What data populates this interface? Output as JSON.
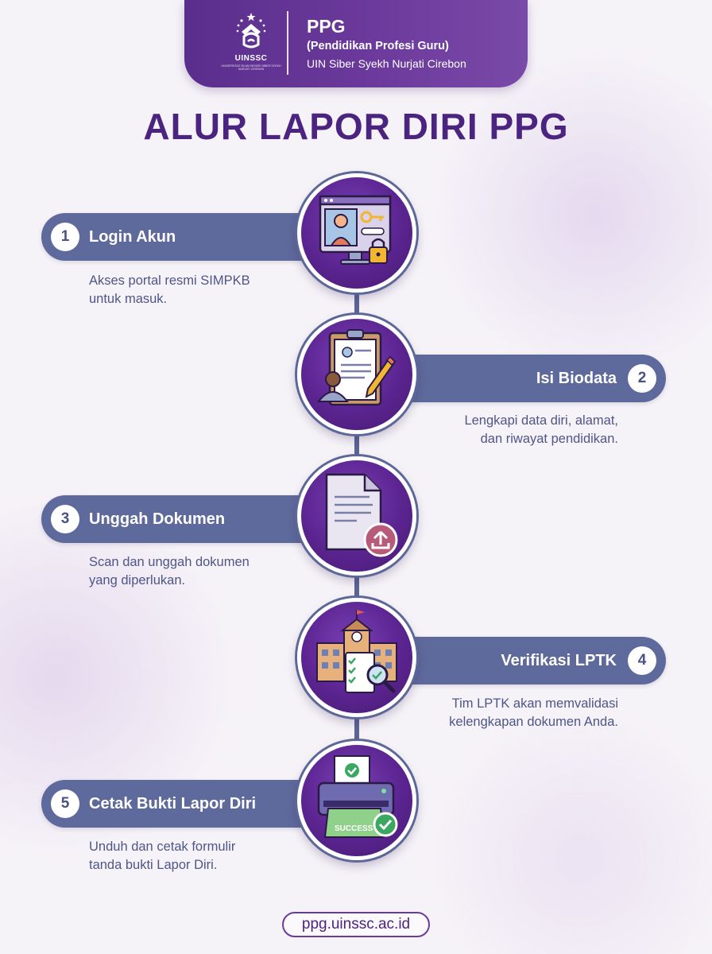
{
  "header": {
    "logo_text": "UINSSC",
    "logo_subtext": "UNIVERSITAS ISLAM NEGERI SIBER SYEKH NURJATI CIREBON",
    "title": "PPG",
    "subtitle": "(Pendidikan Profesi Guru)",
    "institution": "UIN Siber Syekh Nurjati Cirebon"
  },
  "main_title": "ALUR LAPOR DIRI PPG",
  "steps": [
    {
      "number": "1",
      "title": "Login Akun",
      "description_line1": "Akses portal resmi SIMPKB",
      "description_line2": "untuk masuk.",
      "icon": "login-computer-icon"
    },
    {
      "number": "2",
      "title": "Isi Biodata",
      "description_line1": "Lengkapi data diri, alamat,",
      "description_line2": "dan riwayat pendidikan.",
      "icon": "clipboard-form-icon"
    },
    {
      "number": "3",
      "title": "Unggah Dokumen",
      "description_line1": "Scan dan unggah dokumen",
      "description_line2": "yang diperlukan.",
      "icon": "document-upload-icon"
    },
    {
      "number": "4",
      "title": "Verifikasi LPTK",
      "description_line1": "Tim LPTK akan memvalidasi",
      "description_line2": "kelengkapan dokumen Anda.",
      "icon": "building-verify-icon"
    },
    {
      "number": "5",
      "title": "Cetak Bukti Lapor Diri",
      "description_line1": "Unduh dan cetak formulir",
      "description_line2": "tanda bukti Lapor Diri.",
      "icon": "printer-success-icon",
      "printer_label": "SUCCESS"
    }
  ],
  "footer": {
    "url": "ppg.uinssc.ac.id"
  },
  "colors": {
    "purple": "#5a2e8c",
    "title_purple": "#4b2380",
    "bar": "#5f6a9c",
    "text": "#4e5589"
  }
}
